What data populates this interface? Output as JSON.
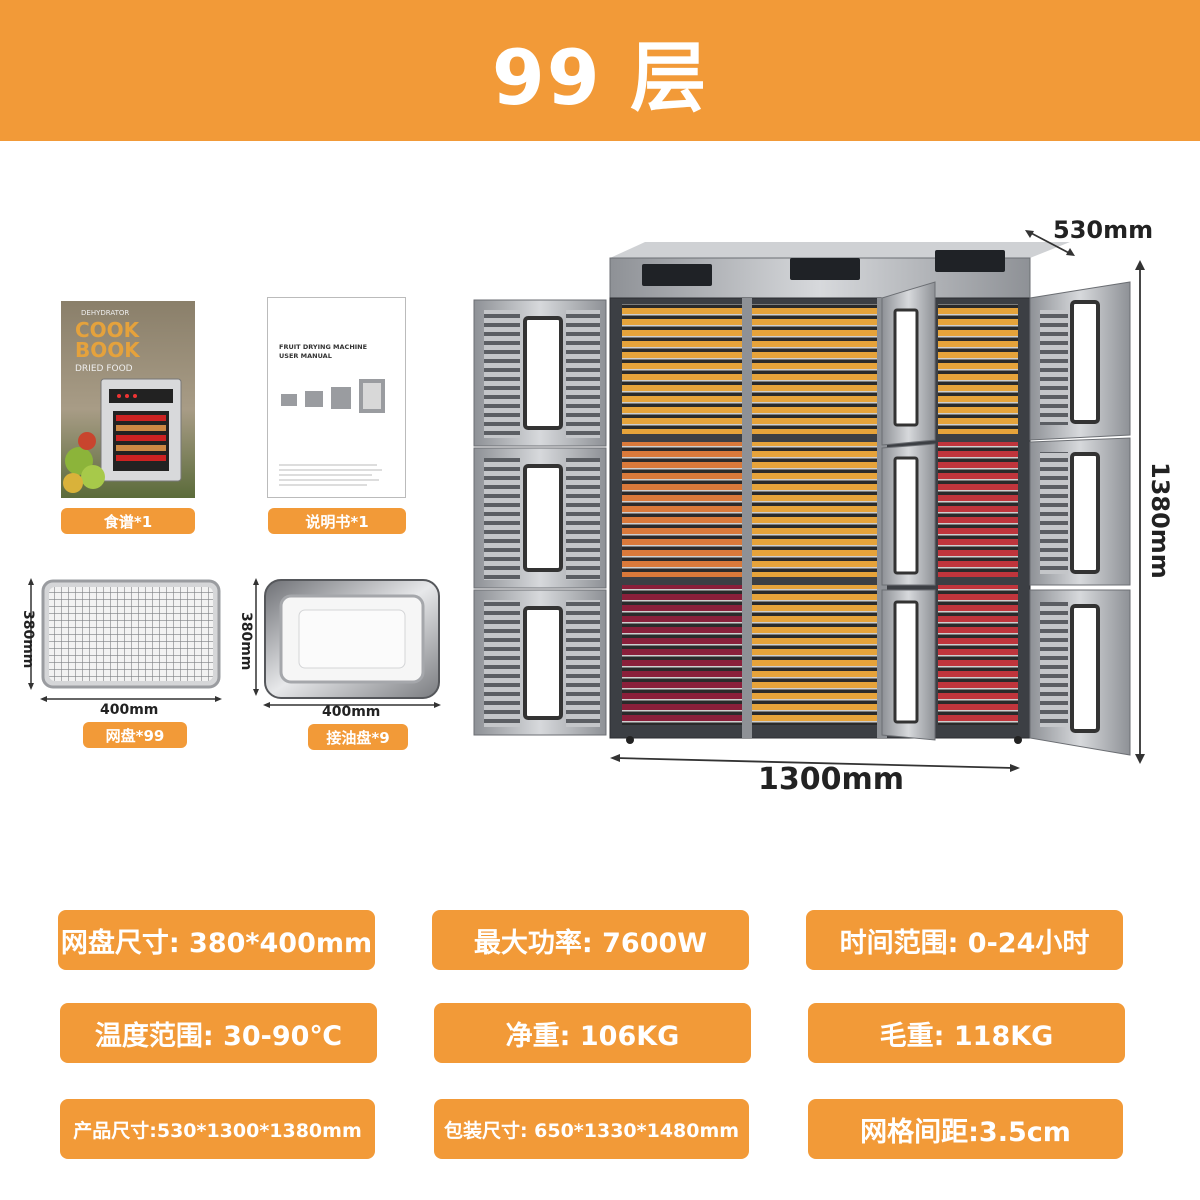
{
  "header": {
    "title": "99 层"
  },
  "accessories": {
    "cookbook": {
      "cover_small": "DEHYDRATOR",
      "cover_title_1": "COOK",
      "cover_title_2": "BOOK",
      "cover_sub": "DRIED FOOD",
      "label": "食谱*1"
    },
    "manual": {
      "title_1": "FRUIT DRYING MACHINE",
      "title_2": "USER MANUAL",
      "label": "说明书*1"
    },
    "mesh_tray": {
      "width": "400mm",
      "height": "380mm",
      "label": "网盘*99"
    },
    "oil_tray": {
      "width": "400mm",
      "height": "380mm",
      "label": "接油盘*9"
    }
  },
  "machine": {
    "depth": "530mm",
    "height": "1380mm",
    "width": "1300mm"
  },
  "specs": [
    {
      "text": "网盘尺寸: 380*400mm"
    },
    {
      "text": "最大功率: 7600W"
    },
    {
      "text": "时间范围: 0-24小时"
    },
    {
      "text": "温度范围: 30-90℃"
    },
    {
      "text": "净重: 106KG"
    },
    {
      "text": "毛重: 118KG"
    },
    {
      "text": "产品尺寸:530*1300*1380mm"
    },
    {
      "text": "包装尺寸: 650*1330*1480mm"
    },
    {
      "text": "网格间距:3.5cm"
    }
  ],
  "colors": {
    "accent": "#f29a38",
    "steel": "#b9bcc0",
    "dark_steel": "#5e6166"
  }
}
